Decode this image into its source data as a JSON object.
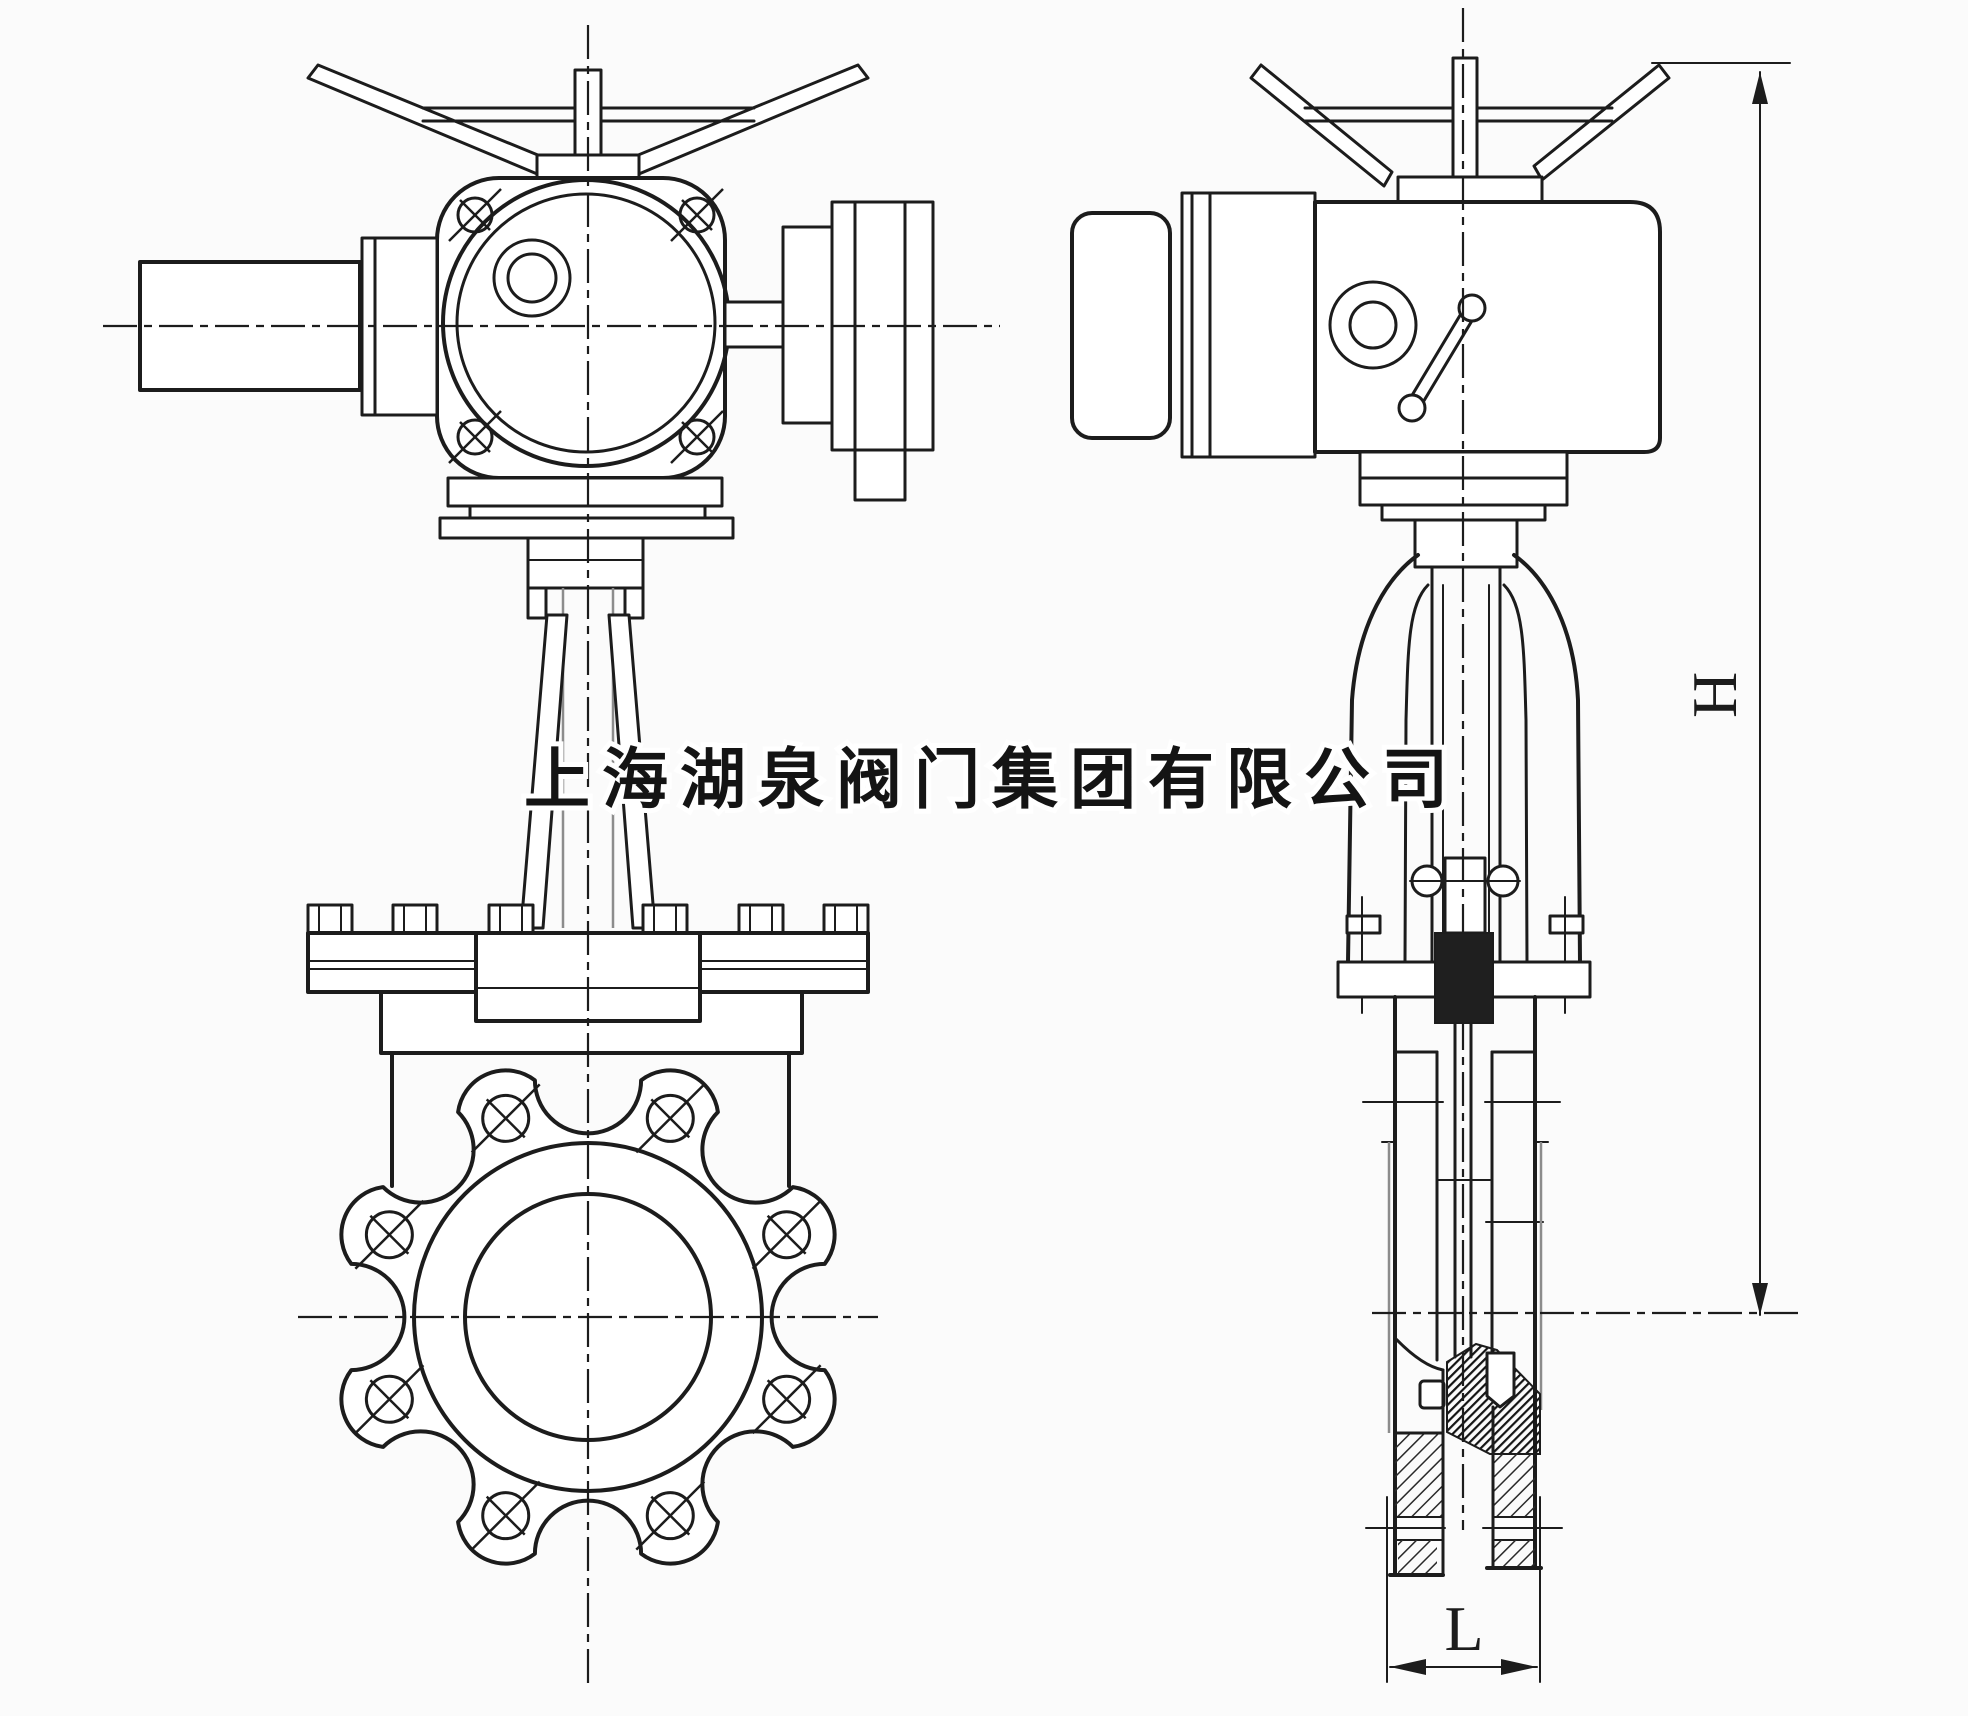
{
  "watermark": {
    "text": "上海湖泉阀门集团有限公司"
  },
  "dimension_labels": {
    "height": "H",
    "length": "L"
  },
  "colors": {
    "line": "#1c1c1c",
    "background": "#fbfbfb",
    "fill_white": "#ffffff",
    "packing_black": "#1f1f1f",
    "watermark_text": "#141414",
    "faded_line": "#8c8c8c"
  }
}
